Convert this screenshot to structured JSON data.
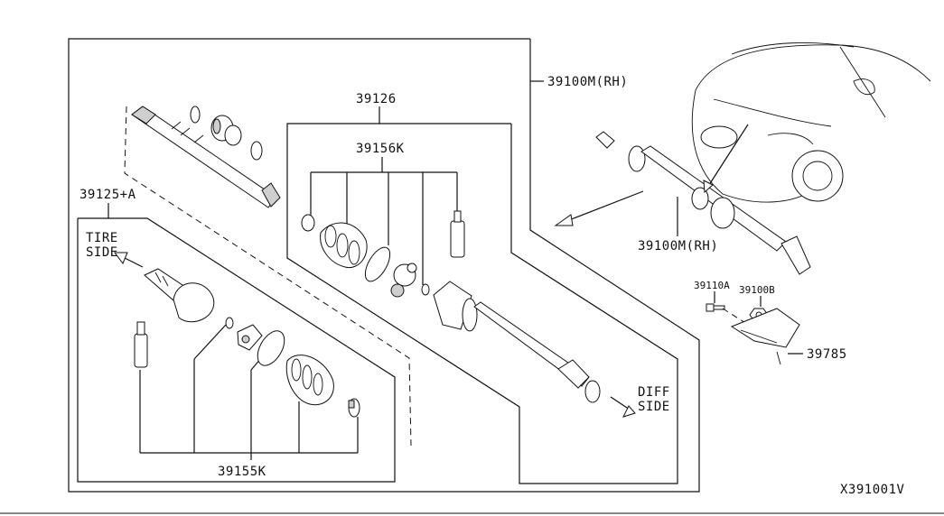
{
  "labels": {
    "assembly_rh_main": "39100M(RH)",
    "assembly_rh_vehicle": "39100M(RH)",
    "inner_kit": "39126",
    "inner_boot_kit": "39156K",
    "outer_kit": "39125+A",
    "outer_boot_kit": "39155K",
    "bolt": "39110A",
    "nut": "39100B",
    "bracket": "39785",
    "tire_side_line1": "TIRE",
    "tire_side_line2": "SIDE",
    "diff_side_line1": "DIFF",
    "diff_side_line2": "SIDE",
    "diagram_code": "X391001V"
  },
  "colors": {
    "ink": "#111111",
    "background": "#ffffff"
  }
}
